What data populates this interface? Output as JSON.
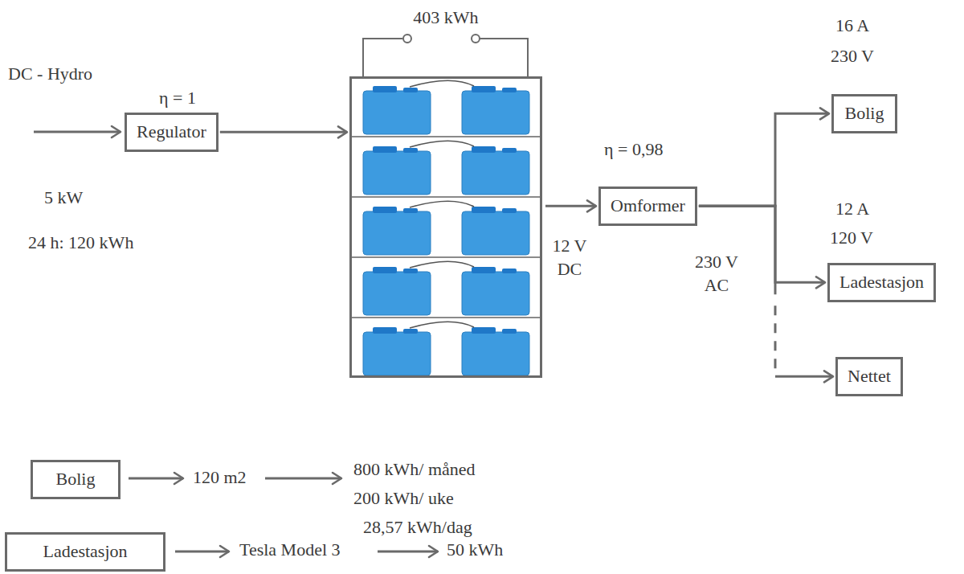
{
  "diagram": {
    "nodes": [
      {
        "text": [
          "Regulator"
        ]
      },
      {
        "text": [
          "403 kWh"
        ]
      },
      {
        "text": [
          "Omformer"
        ]
      },
      {
        "text": [
          "Bolig"
        ]
      },
      {
        "text": [
          "Ladestasjon"
        ]
      },
      {
        "text": [
          "Nettet"
        ]
      },
      {
        "text": [
          "Bolig"
        ]
      },
      {
        "text": [
          "Ladestasjon"
        ]
      }
    ],
    "edges": [
      {
        "from": 0,
        "to": 1,
        "arrow": "to"
      },
      {
        "from": 1,
        "to": 2,
        "arrow": "to"
      },
      {
        "from": 2,
        "to": 3,
        "arrow": "to"
      },
      {
        "from": 2,
        "to": 4,
        "arrow": "to"
      },
      {
        "from": 2,
        "to": 5,
        "arrow": "to"
      }
    ],
    "labels": [
      "DC - Hydro",
      "η = 1",
      "5 kW",
      "24 h: 120 kWh",
      "η = 0,98",
      "12 V DC",
      "230 V AC",
      "16 A",
      "230 V",
      "12 A",
      "120 V",
      "120 m2",
      "800 kWh/ måned",
      "200 kWh/ uke",
      "28,57 kWh/dag",
      "Tesla Model 3",
      "50 kWh"
    ]
  }
}
